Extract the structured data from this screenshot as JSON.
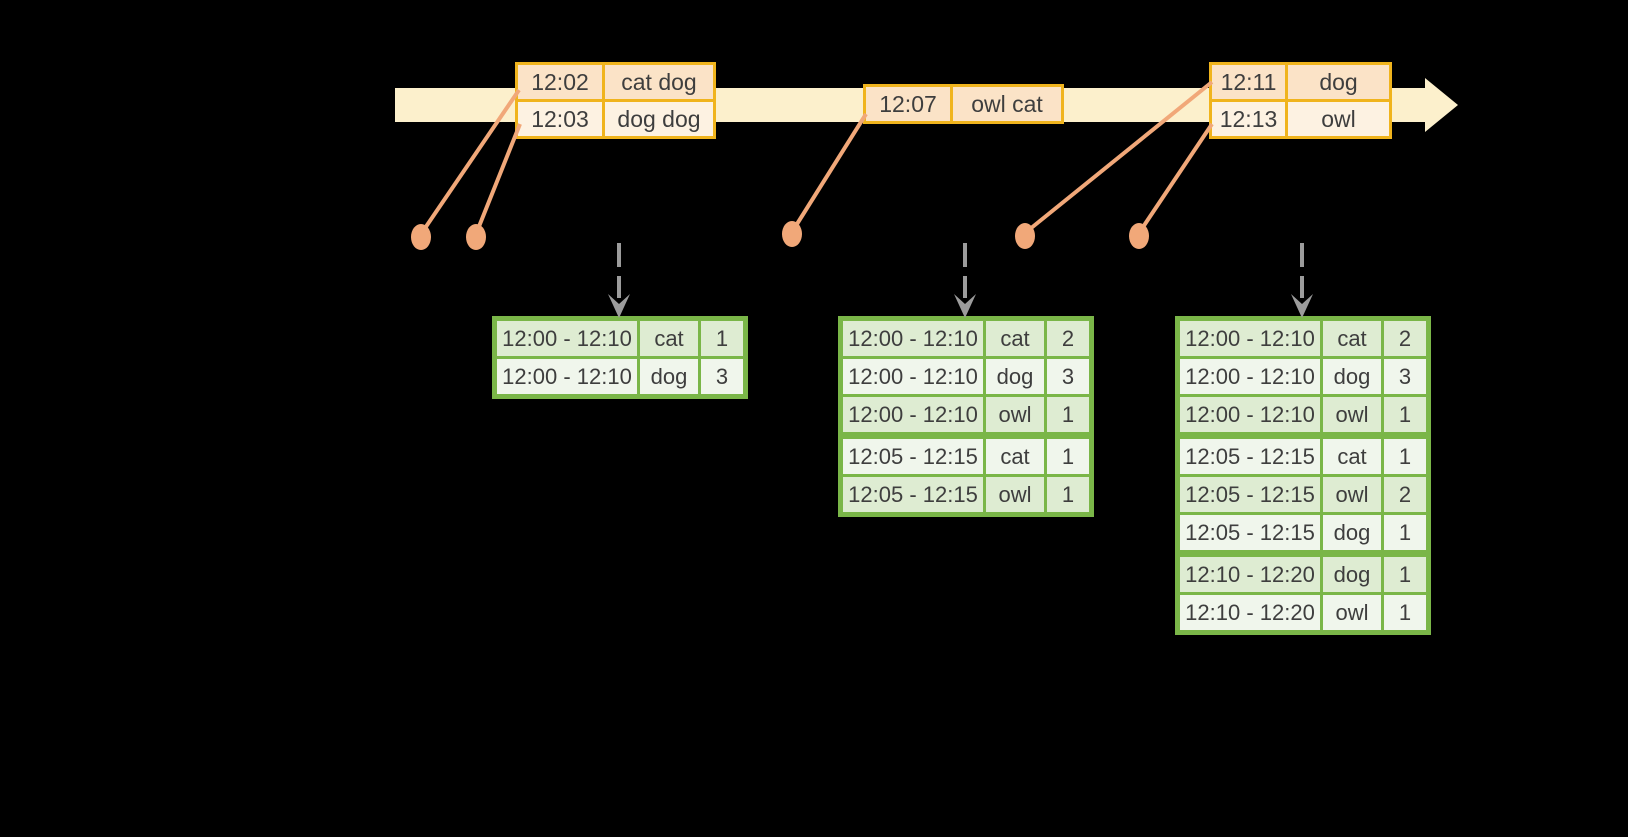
{
  "colors": {
    "background": "#000000",
    "timeline_band": "#fcf0cc",
    "event_table_border": "#f0b41d",
    "event_row_peach": "#fbe3c7",
    "event_row_cream": "#fdf2e2",
    "connector_salmon": "#f1a879",
    "result_table_border": "#7ab648",
    "result_row_dark": "#deecd2",
    "result_row_light": "#f0f6ec",
    "trigger_arrow_gray": "#9c9c9c",
    "text": "#3e3e3e"
  },
  "event_tables": [
    {
      "rows": [
        {
          "time": "12:02",
          "words": "cat dog"
        },
        {
          "time": "12:03",
          "words": "dog dog"
        }
      ]
    },
    {
      "rows": [
        {
          "time": "12:07",
          "words": "owl cat"
        }
      ]
    },
    {
      "rows": [
        {
          "time": "12:11",
          "words": "dog"
        },
        {
          "time": "12:13",
          "words": "owl"
        }
      ]
    }
  ],
  "result_tables": [
    {
      "rows": [
        [
          "12:00 - 12:10",
          "cat",
          "1"
        ],
        [
          "12:00 - 12:10",
          "dog",
          "3"
        ]
      ]
    },
    {
      "rows": [
        [
          "12:00 - 12:10",
          "cat",
          "2"
        ],
        [
          "12:00 - 12:10",
          "dog",
          "3"
        ],
        [
          "12:00 - 12:10",
          "owl",
          "1"
        ],
        [
          "12:05 - 12:15",
          "cat",
          "1"
        ],
        [
          "12:05 - 12:15",
          "owl",
          "1"
        ]
      ]
    },
    {
      "rows": [
        [
          "12:00 - 12:10",
          "cat",
          "2"
        ],
        [
          "12:00 - 12:10",
          "dog",
          "3"
        ],
        [
          "12:00 - 12:10",
          "owl",
          "1"
        ],
        [
          "12:05 - 12:15",
          "cat",
          "1"
        ],
        [
          "12:05 - 12:15",
          "owl",
          "2"
        ],
        [
          "12:05 - 12:15",
          "dog",
          "1"
        ],
        [
          "12:10 - 12:20",
          "dog",
          "1"
        ],
        [
          "12:10 - 12:20",
          "owl",
          "1"
        ]
      ]
    }
  ]
}
